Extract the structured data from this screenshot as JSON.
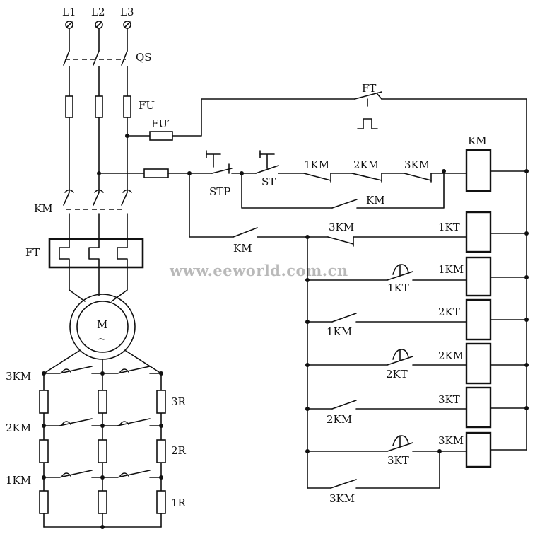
{
  "labels": {
    "l1": "L1",
    "l2": "L2",
    "l3": "L3",
    "qs": "QS",
    "fu": "FU",
    "fu_prime": "FU′",
    "km_main": "KM",
    "ft_relay": "FT",
    "motor": "M",
    "motor_ac": "~",
    "ft_contact": "FT",
    "stp": "STP",
    "st": "ST",
    "c_1km": "1KM",
    "c_2km": "2KM",
    "c_3km": "3KM",
    "c_km_hold": "KM",
    "coil_km": "KM",
    "c_km_enable": "KM",
    "c_3km_nc": "3KM",
    "coil_1kt": "1KT",
    "t_1kt": "1KT",
    "coil_1km": "1KM",
    "c_1km_no": "1KM",
    "coil_2kt": "2KT",
    "t_2kt": "2KT",
    "coil_2km": "2KM",
    "c_2km_no": "2KM",
    "coil_3kt": "3KT",
    "t_3kt": "3KT",
    "coil_3km": "3KM",
    "c_3km_hold": "3KM",
    "r_3km": "3KM",
    "r_2km": "2KM",
    "r_1km": "1KM",
    "r_3r": "3R",
    "r_2r": "2R",
    "r_1r": "1R"
  },
  "watermark": "www.eeworld.com.cn"
}
